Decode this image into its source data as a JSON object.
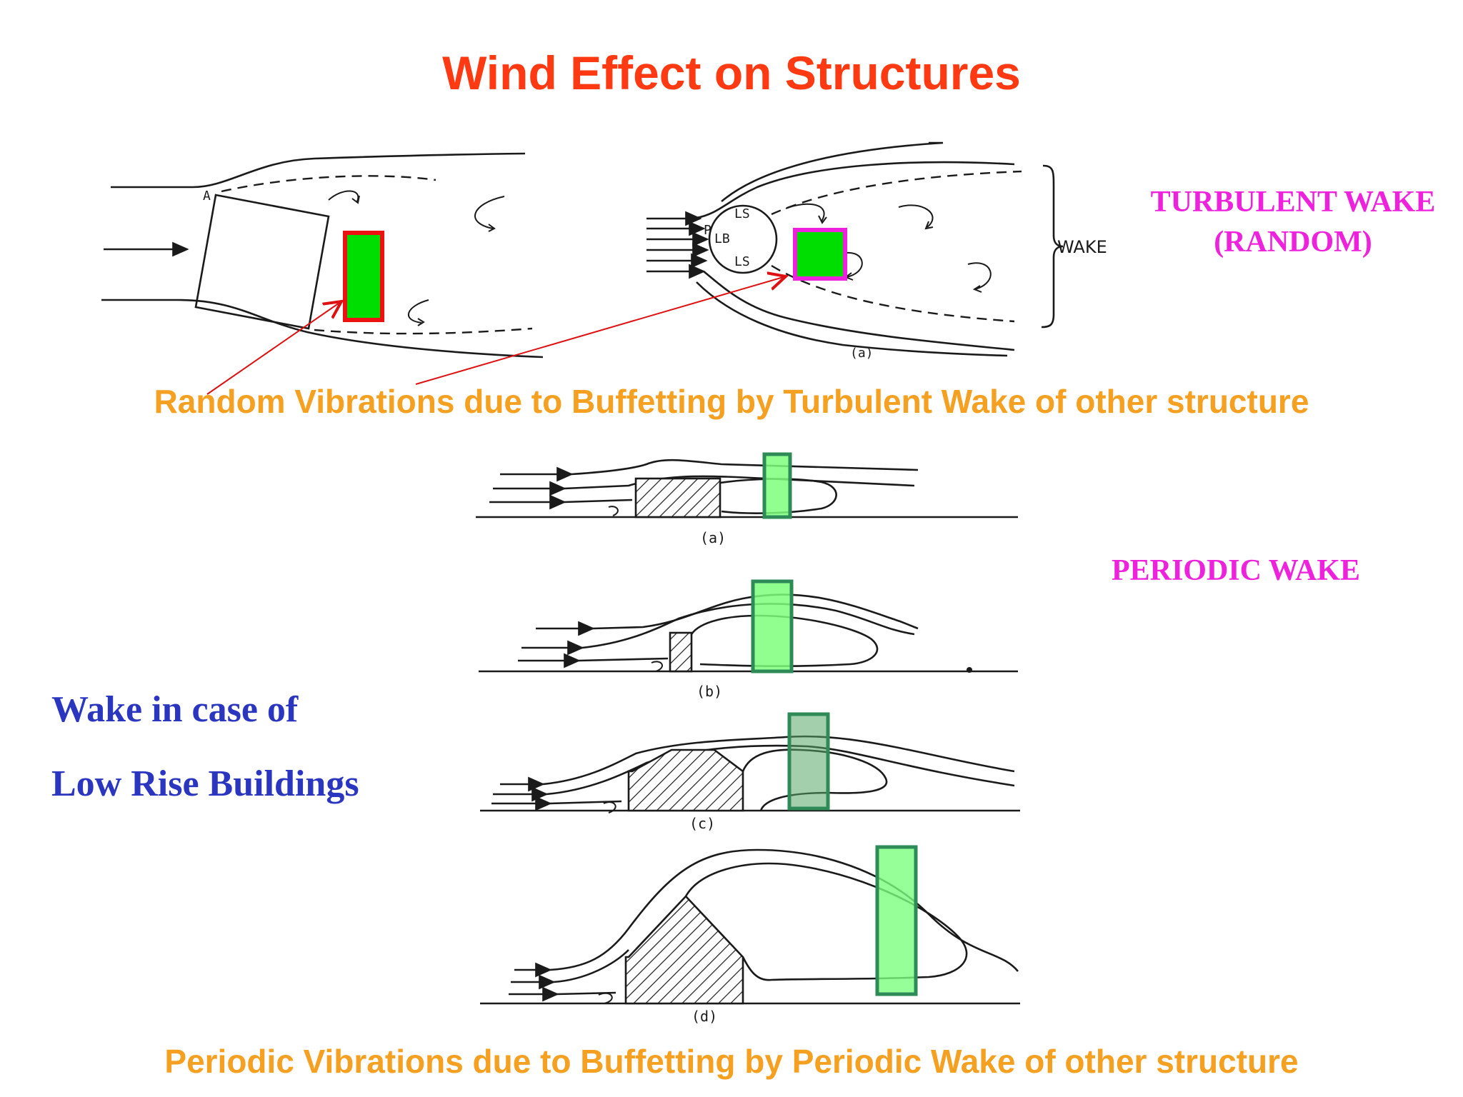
{
  "title": "Wind Effect on Structures",
  "labels": {
    "turbulent_wake_line1": "TURBULENT WAKE",
    "turbulent_wake_line2": "(RANDOM)",
    "periodic_wake": "PERIODIC WAKE",
    "low_rise_line1": "Wake in case of",
    "low_rise_line2": "Low Rise Buildings"
  },
  "captions": {
    "random": "Random Vibrations due to Buffetting by Turbulent Wake of other structure",
    "periodic": "Periodic Vibrations due to Buffetting by Periodic  Wake of other structure"
  },
  "diagram_text": {
    "corner_a": "A",
    "wake": "WAKE",
    "ls_top": "LS",
    "ls_bottom": "LS",
    "lb": "LB",
    "p": "P",
    "fig_label_top": "(a)",
    "sub_a": "(a)",
    "sub_b": "(b)",
    "sub_c": "(c)",
    "sub_d": "(d)"
  },
  "colors": {
    "title": "#ff3a12",
    "caption": "#f5a020",
    "magenta_label": "#ee22dd",
    "blue_label": "#2a35c0",
    "highlight_fill": "#00dd00",
    "highlight_red_border": "#ee1111",
    "highlight_magenta_border": "#ee22dd",
    "wake_box_fill": "#7dff7d",
    "wake_box_border": "#2e8b57",
    "arrow": "#dd1111"
  }
}
